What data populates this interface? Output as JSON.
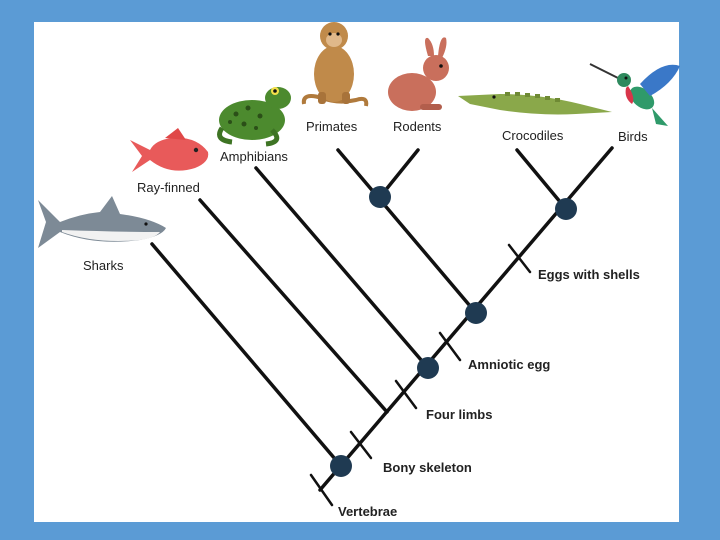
{
  "colors": {
    "page_background": "#5b9bd5",
    "panel": "#ffffff",
    "branch": "#111111",
    "node": "#1f3a52"
  },
  "taxa": {
    "sharks": "Sharks",
    "ray_finned": "Ray-finned",
    "amphibians": "Amphibians",
    "primates": "Primates",
    "rodents": "Rodents",
    "crocodiles": "Crocodiles",
    "birds": "Birds"
  },
  "traits": {
    "vertebrae": "Vertebrae",
    "bony_skeleton": "Bony skeleton",
    "four_limbs": "Four limbs",
    "amniotic_egg": "Amniotic egg",
    "eggs_with_shells": "Eggs with shells"
  }
}
